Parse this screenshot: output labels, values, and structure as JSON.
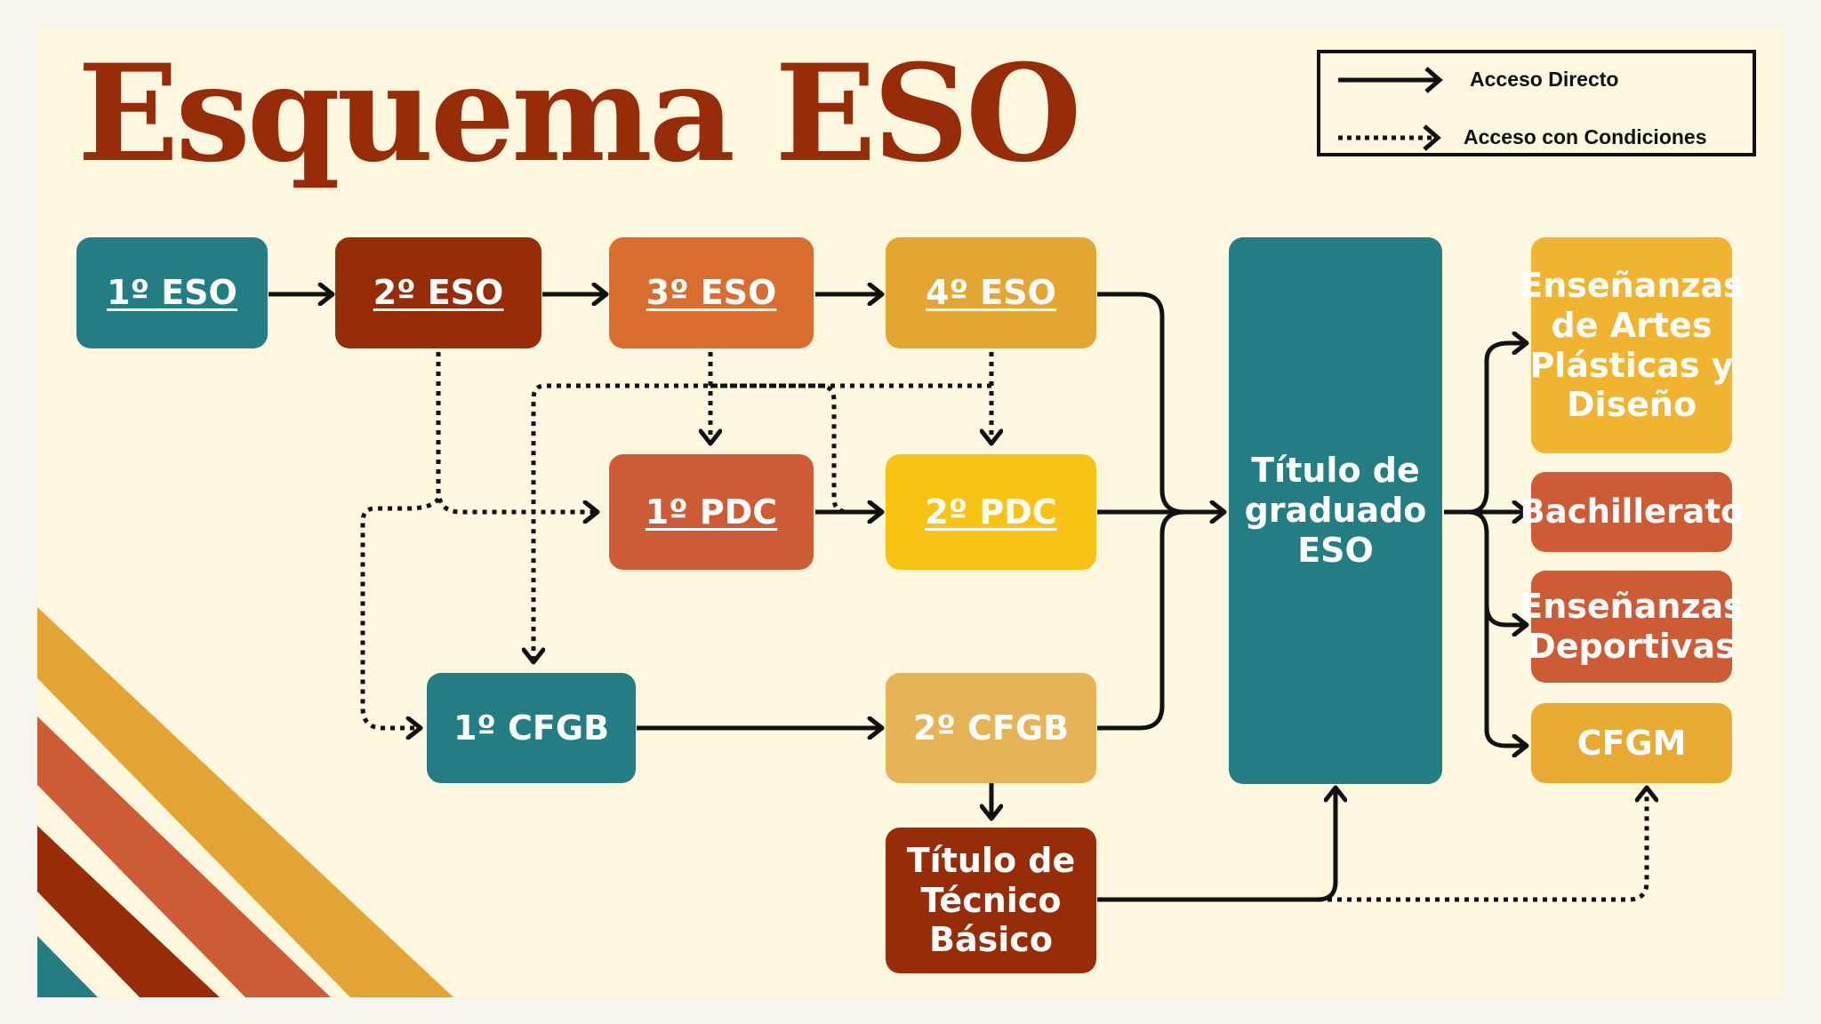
{
  "title": "Esquema ESO",
  "legend": {
    "direct": "Acceso Directo",
    "conditional": "Acceso con Condiciones"
  },
  "nodes": {
    "eso1": "1º ESO",
    "eso2": "2º ESO",
    "eso3": "3º ESO",
    "eso4": "4º ESO",
    "pdc1": "1º PDC",
    "pdc2": "2º PDC",
    "cfgb1": "1º CFGB",
    "cfgb2": "2º CFGB",
    "tecnico_basico": "Título de Técnico Básico",
    "graduado_eso": "Título de graduado ESO",
    "artes": "Enseñanzas de Artes Plásticas y Diseño",
    "bachillerato": "Bachillerato",
    "deportivas": "Enseñanzas Deportivas",
    "cfgm": "CFGM"
  },
  "colors": {
    "teal": "#237d83",
    "rust": "#962c08",
    "orange": "#d96d30",
    "mustard": "#e4a632",
    "yellow": "#f8c315",
    "sand": "#e6b457",
    "brick": "#cd5c36",
    "background": "#fdf7e0",
    "arrow": "#111111"
  }
}
